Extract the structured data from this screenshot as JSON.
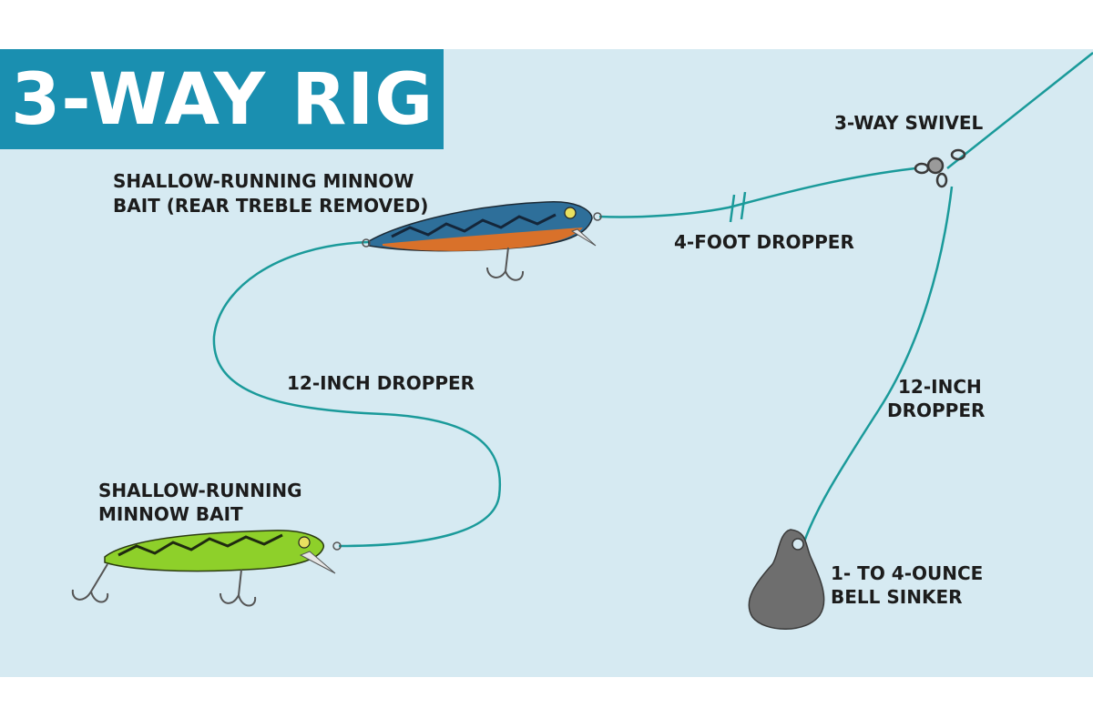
{
  "title": "3-WAY RIG",
  "labels": {
    "top_bait_line1": "SHALLOW-RUNNING MINNOW",
    "top_bait_line2": "BAIT (REAR TREBLE REMOVED)",
    "four_foot_dropper": "4-FOOT DROPPER",
    "swivel": "3-WAY SWIVEL",
    "left_dropper": "12-INCH DROPPER",
    "right_dropper_line1": "12-INCH",
    "right_dropper_line2": "DROPPER",
    "bottom_bait_line1": "SHALLOW-RUNNING",
    "bottom_bait_line2": "MINNOW BAIT",
    "sinker_line1": "1- TO 4-OUNCE",
    "sinker_line2": "BELL SINKER"
  },
  "colors": {
    "background": "#d6eaf2",
    "title_block": "#1a8fb0",
    "title_text": "#ffffff",
    "fishing_line": "#1a9a9a",
    "label_text": "#1c1c1c",
    "top_lure_back": "#2e6f9a",
    "top_lure_belly": "#d9712a",
    "bottom_lure_body": "#8ed02a",
    "sinker": "#6e6e6e"
  }
}
